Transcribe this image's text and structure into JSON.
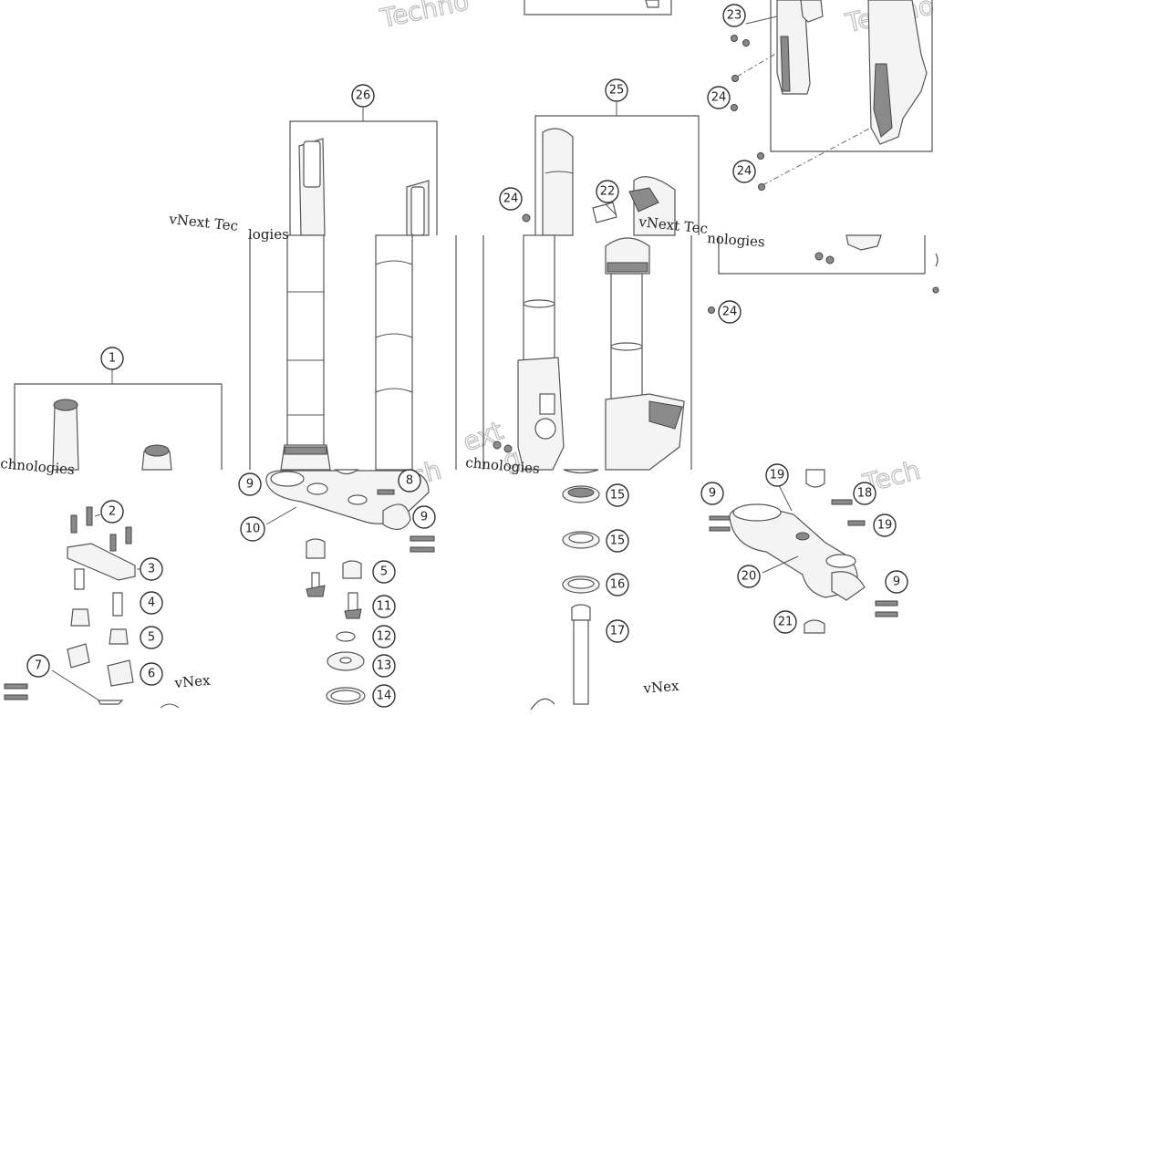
{
  "callouts": [
    {
      "id": "1",
      "label": "1"
    },
    {
      "id": "2",
      "label": "2"
    },
    {
      "id": "3",
      "label": "3"
    },
    {
      "id": "4",
      "label": "4"
    },
    {
      "id": "5a",
      "label": "5"
    },
    {
      "id": "6",
      "label": "6"
    },
    {
      "id": "7",
      "label": "7"
    },
    {
      "id": "8",
      "label": "8"
    },
    {
      "id": "9a",
      "label": "9"
    },
    {
      "id": "9b",
      "label": "9"
    },
    {
      "id": "9c",
      "label": "9"
    },
    {
      "id": "9d",
      "label": "9"
    },
    {
      "id": "10",
      "label": "10"
    },
    {
      "id": "5b",
      "label": "5"
    },
    {
      "id": "11",
      "label": "11"
    },
    {
      "id": "12",
      "label": "12"
    },
    {
      "id": "13",
      "label": "13"
    },
    {
      "id": "14",
      "label": "14"
    },
    {
      "id": "15a",
      "label": "15"
    },
    {
      "id": "15b",
      "label": "15"
    },
    {
      "id": "16",
      "label": "16"
    },
    {
      "id": "17",
      "label": "17"
    },
    {
      "id": "18",
      "label": "18"
    },
    {
      "id": "19a",
      "label": "19"
    },
    {
      "id": "19b",
      "label": "19"
    },
    {
      "id": "20",
      "label": "20"
    },
    {
      "id": "21",
      "label": "21"
    },
    {
      "id": "22",
      "label": "22"
    },
    {
      "id": "23",
      "label": "23"
    },
    {
      "id": "24a",
      "label": "24"
    },
    {
      "id": "24b",
      "label": "24"
    },
    {
      "id": "24c",
      "label": "24"
    },
    {
      "id": "24d",
      "label": "24"
    },
    {
      "id": "25",
      "label": "25"
    },
    {
      "id": "26",
      "label": "26"
    }
  ],
  "watermarks": [
    {
      "id": "w1",
      "text": "vNext Tec"
    },
    {
      "id": "w2",
      "text": "logies"
    },
    {
      "id": "w3",
      "text": "vNext Tec"
    },
    {
      "id": "w4",
      "text": "nologies"
    },
    {
      "id": "w5",
      "text": "chnologies"
    },
    {
      "id": "w6",
      "text": "chnologies"
    },
    {
      "id": "w7",
      "text": "vNex"
    },
    {
      "id": "w8",
      "text": "vNex"
    },
    {
      "id": "w9",
      "text": "Techno"
    },
    {
      "id": "w10",
      "text": "Techno"
    },
    {
      "id": "w11",
      "text": "ext"
    },
    {
      "id": "w12",
      "text": "gies"
    },
    {
      "id": "w13",
      "text": "Tech"
    },
    {
      "id": "w14",
      "text": "Tech"
    }
  ]
}
